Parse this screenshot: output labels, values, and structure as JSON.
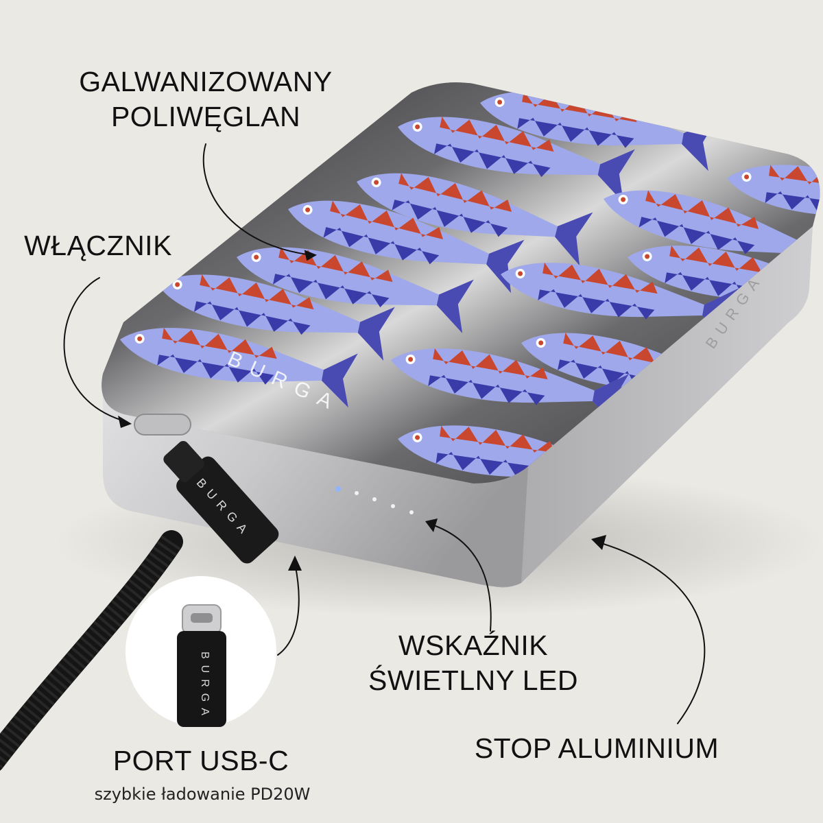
{
  "brand": "BURGA",
  "labels": {
    "polycarbonate_line1": "GALWANIZOWANY",
    "polycarbonate_line2": "POLIWĘGLAN",
    "power_button": "WŁĄCZNIK",
    "led_line1": "WSKAŹNIK",
    "led_line2": "ŚWIETLNY LED",
    "aluminium": "STOP ALUMINIUM",
    "usb_port": "PORT USB-C",
    "usb_sub": "szybkie ładowanie PD20W"
  },
  "led_indicator": {
    "total": 5,
    "lit": 1
  },
  "colors": {
    "background": "#ebe9e4",
    "fish_body": "#9fa8ea",
    "fish_red": "#c8472e",
    "fish_blue": "#3a3aa8",
    "aluminium": "#bdbdbf",
    "case_dark": "#3b3b3e",
    "led_lit": "#8fb5ff"
  }
}
